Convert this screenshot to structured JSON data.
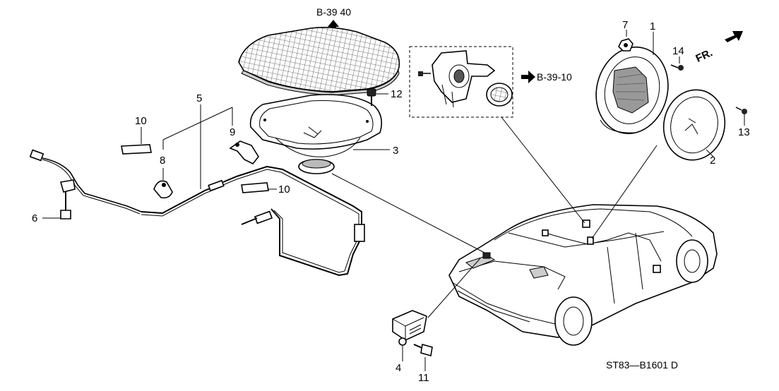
{
  "callouts": {
    "c1": "1",
    "c2": "2",
    "c3": "3",
    "c4": "4",
    "c5": "5",
    "c6": "6",
    "c7": "7",
    "c8": "8",
    "c9": "9",
    "c10a": "10",
    "c10b": "10",
    "c11": "11",
    "c12": "12",
    "c13": "13",
    "c14": "14"
  },
  "references": {
    "top": "B-39 40",
    "detail": "B-39-10",
    "front": "FR."
  },
  "diagram_code": "ST83—B1601 D"
}
